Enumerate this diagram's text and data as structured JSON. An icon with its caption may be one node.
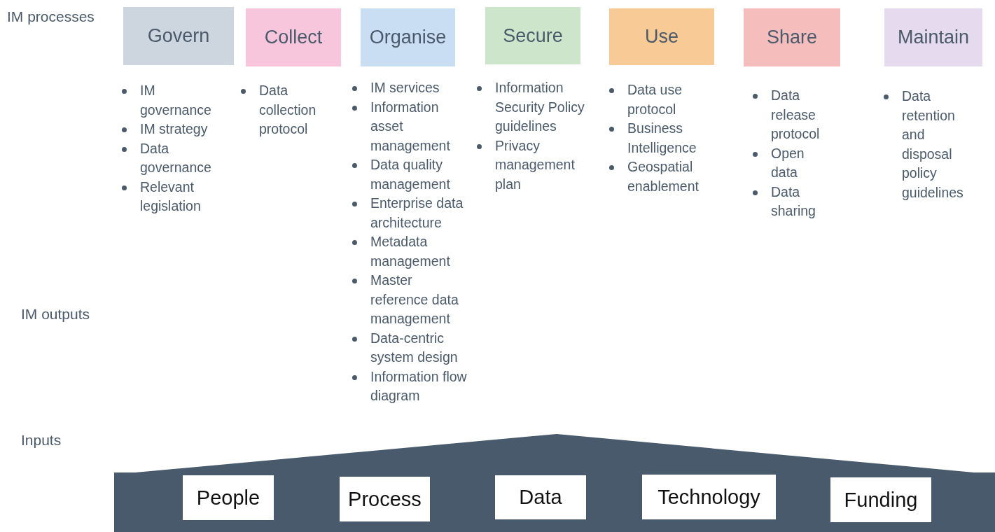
{
  "diagram": {
    "nodes": [
      {
        "text": [
          "Govern"
        ],
        "beside": [
          "IM governance",
          "IM strategy",
          "Data governance",
          "Relevant legislation"
        ]
      },
      {
        "text": [
          "Collect"
        ],
        "beside": [
          "Data collection protocol"
        ]
      },
      {
        "text": [
          "Organise"
        ],
        "beside": [
          "IM services",
          "Information asset management",
          "Data quality management",
          "Enterprise data architecture",
          "Metadata management",
          "Master reference data management",
          "Data-centric system design",
          "Information flow diagram"
        ]
      },
      {
        "text": [
          "Secure"
        ],
        "beside": [
          "Information Security Policy guidelines",
          "Privacy management plan"
        ]
      },
      {
        "text": [
          "Use"
        ],
        "beside": [
          "Data use protocol",
          "Business Intelligence",
          "Geospatial enablement"
        ]
      },
      {
        "text": [
          "Share"
        ],
        "beside": [
          "Data release protocol",
          "Open data",
          "Data sharing"
        ]
      },
      {
        "text": [
          "Maintain"
        ],
        "beside": [
          "Data retention and disposal policy guidelines"
        ]
      },
      {
        "text": [],
        "shape": "box"
      },
      {
        "text": [
          "People"
        ],
        "in": 7
      },
      {
        "text": [
          "Process"
        ],
        "in": 7
      },
      {
        "text": [
          "Data"
        ],
        "in": 7
      },
      {
        "text": [
          "Technology"
        ],
        "in": 7
      },
      {
        "text": [
          "Funding"
        ],
        "in": 7
      }
    ],
    "edges": [],
    "labels": [
      "IM processes",
      "IM outputs",
      "Inputs"
    ]
  }
}
